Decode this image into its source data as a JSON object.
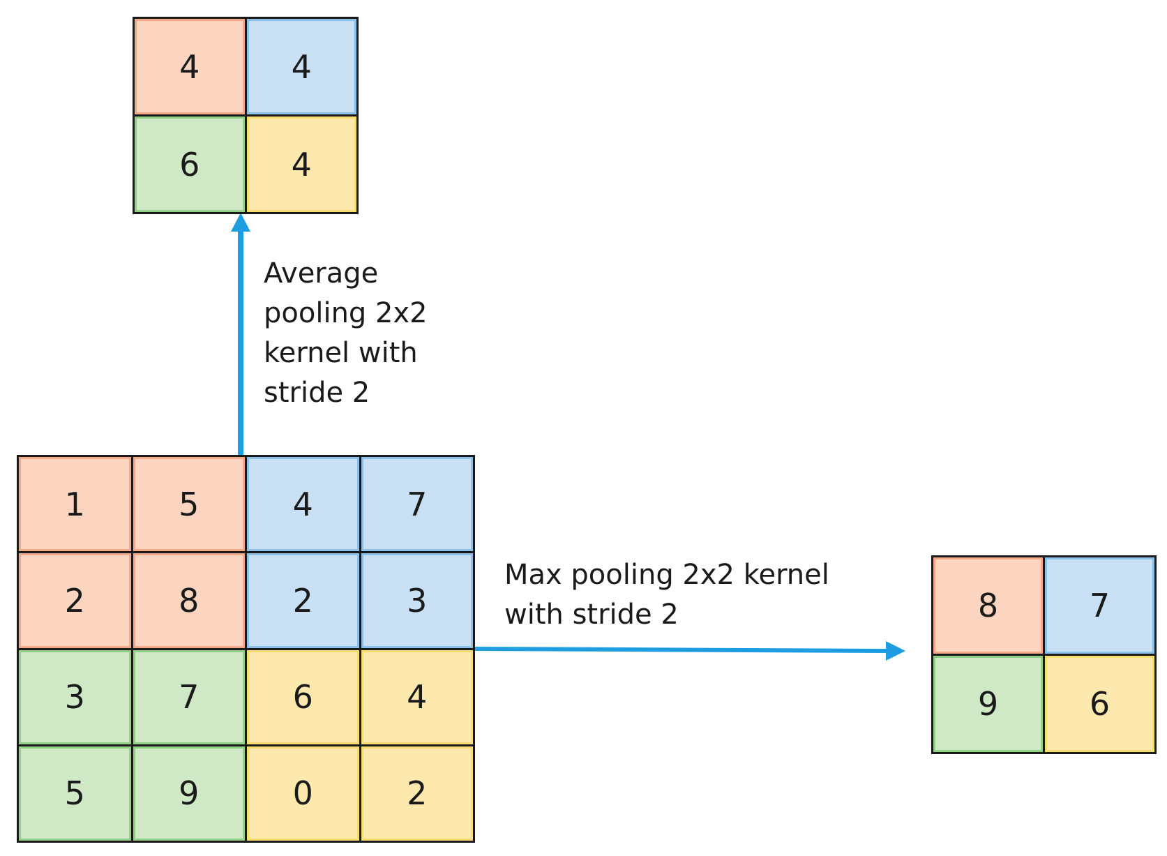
{
  "input_grid": {
    "cells": [
      {
        "value": "1",
        "color": "orange"
      },
      {
        "value": "5",
        "color": "orange"
      },
      {
        "value": "4",
        "color": "blue"
      },
      {
        "value": "7",
        "color": "blue"
      },
      {
        "value": "2",
        "color": "orange"
      },
      {
        "value": "8",
        "color": "orange"
      },
      {
        "value": "2",
        "color": "blue"
      },
      {
        "value": "3",
        "color": "blue"
      },
      {
        "value": "3",
        "color": "green"
      },
      {
        "value": "7",
        "color": "green"
      },
      {
        "value": "6",
        "color": "yellow"
      },
      {
        "value": "4",
        "color": "yellow"
      },
      {
        "value": "5",
        "color": "green"
      },
      {
        "value": "9",
        "color": "green"
      },
      {
        "value": "0",
        "color": "yellow"
      },
      {
        "value": "2",
        "color": "yellow"
      }
    ]
  },
  "average_pooling": {
    "label": "Average\npooling 2x2\nkernel with\nstride 2",
    "cells": [
      {
        "value": "4",
        "color": "orange"
      },
      {
        "value": "4",
        "color": "blue"
      },
      {
        "value": "6",
        "color": "green"
      },
      {
        "value": "4",
        "color": "yellow"
      }
    ]
  },
  "max_pooling": {
    "label": "Max pooling 2x2 kernel\nwith stride 2",
    "cells": [
      {
        "value": "8",
        "color": "orange"
      },
      {
        "value": "7",
        "color": "blue"
      },
      {
        "value": "9",
        "color": "green"
      },
      {
        "value": "6",
        "color": "yellow"
      }
    ]
  },
  "colors": {
    "orange": "#fbd5bf",
    "blue": "#c9dff3",
    "green": "#cfe8c6",
    "yellow": "#fde9ae",
    "arrow": "#1e9ee0",
    "grid_line": "#1a1a1a"
  }
}
